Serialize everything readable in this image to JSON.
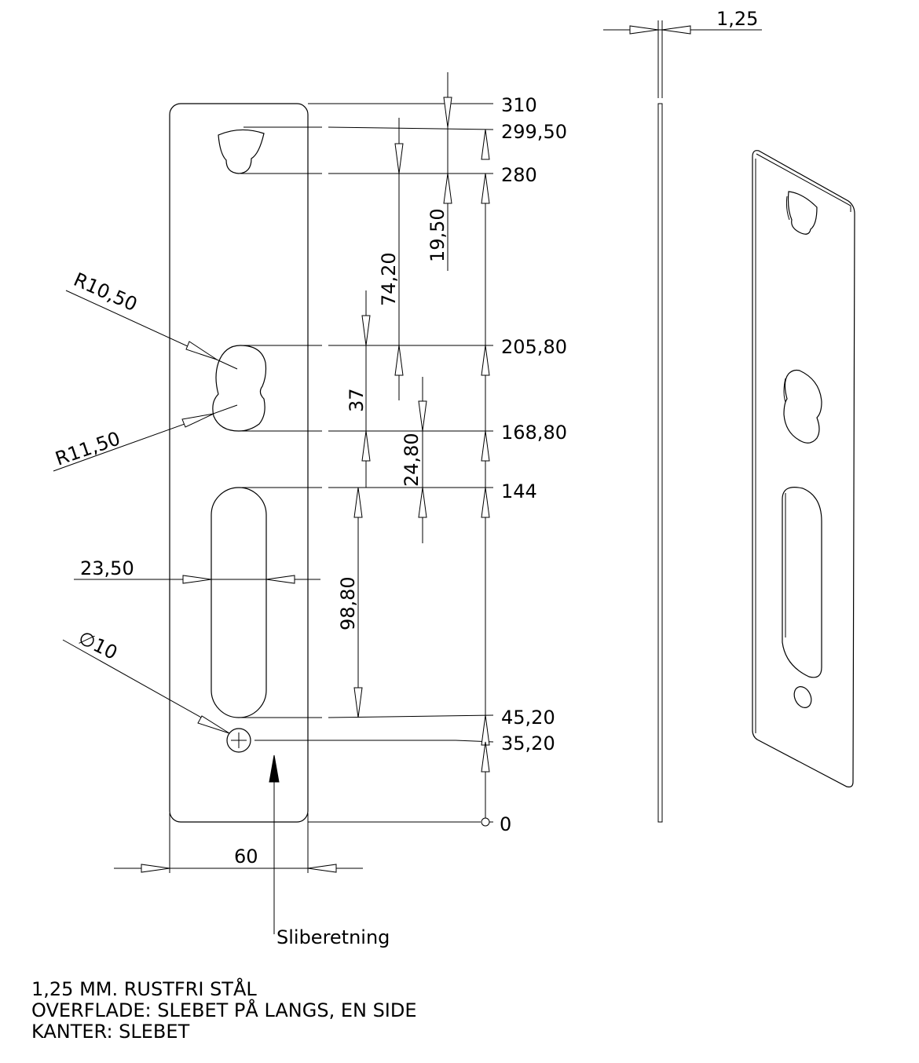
{
  "dimensions": {
    "height_310": "310",
    "height_299_50": "299,50",
    "height_280": "280",
    "height_205_80": "205,80",
    "height_168_80": "168,80",
    "height_144": "144",
    "height_45_20": "45,20",
    "height_35_20": "35,20",
    "height_0": "0",
    "dist_19_50": "19,50",
    "dist_74_20": "74,20",
    "dist_37": "37",
    "dist_24_80": "24,80",
    "dist_98_80": "98,80",
    "width_60": "60",
    "slot_width": "23,50",
    "radius_upper": "R10,50",
    "radius_lower": "R11,50",
    "hole_diameter": "∅10",
    "thickness": "1,25"
  },
  "grind_direction": "Sliberetning",
  "notes": {
    "line1": "1,25 MM. RUSTFRI STÅL",
    "line2": "OVERFLADE: SLEBET PÅ LANGS, EN SIDE",
    "line3": "KANTER: SLEBET"
  }
}
